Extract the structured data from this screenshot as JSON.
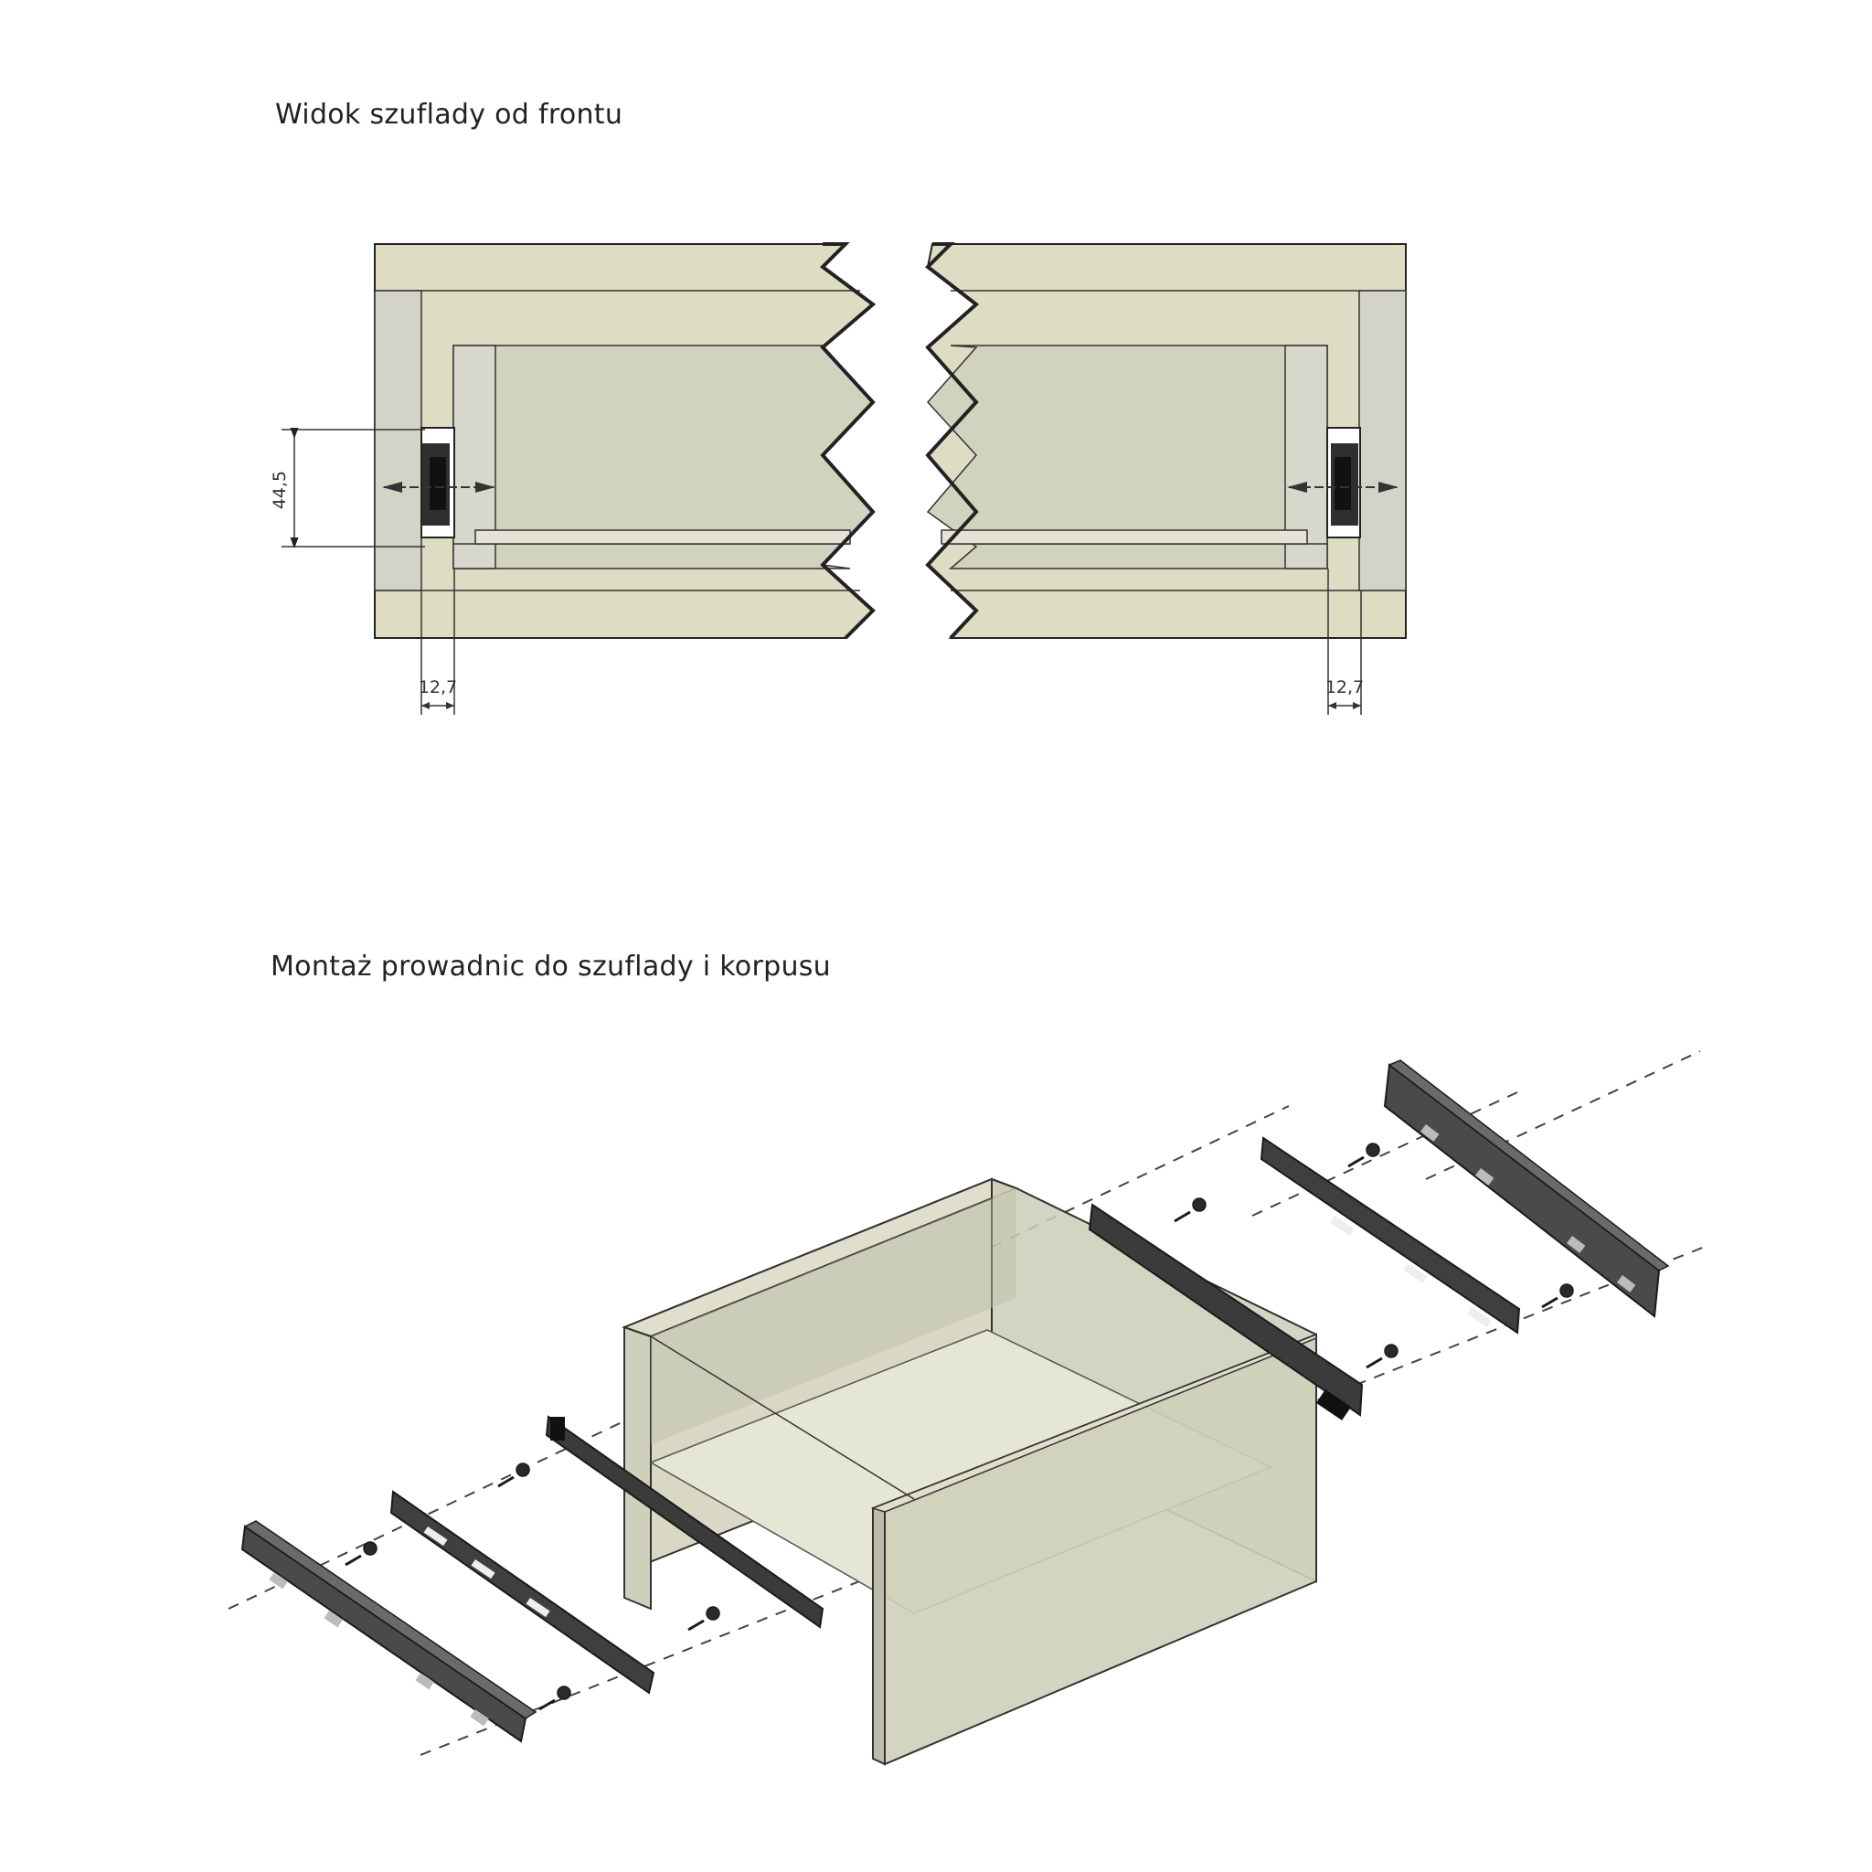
{
  "sections": {
    "front_view": {
      "title": "Widok szuflady od frontu"
    },
    "assembly": {
      "title": "Montaż prowadnic do szuflady i korpusu"
    }
  },
  "dimensions": {
    "rail_height": "44,5",
    "left_clearance": "12,7",
    "right_clearance": "12,7"
  },
  "colors": {
    "cabinet": "#dedcc3",
    "drawer": "#d2d3bf",
    "side_panel": "#d4d3c7",
    "rail": "#3a3a3a",
    "outline": "#222222"
  }
}
